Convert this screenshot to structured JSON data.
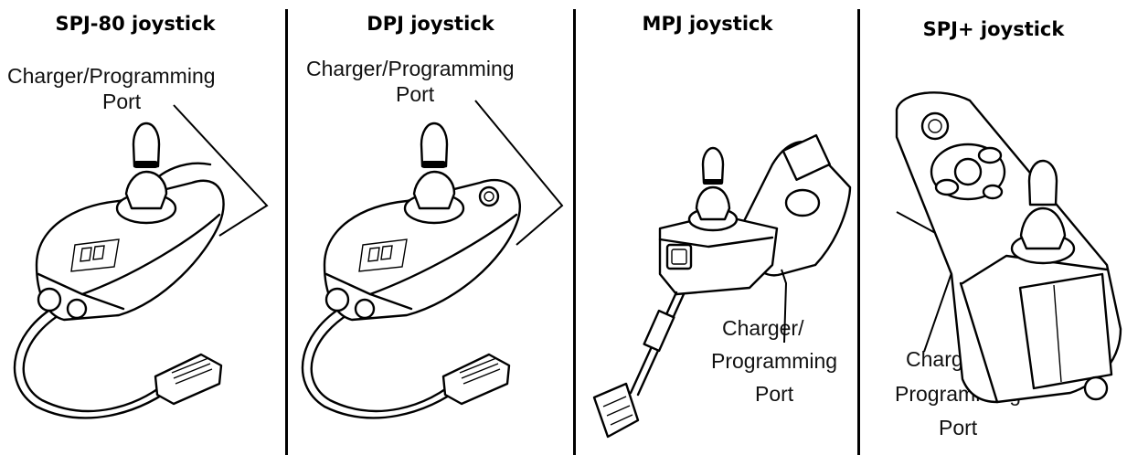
{
  "panels": [
    {
      "title": "SPJ-80 joystick",
      "label_lines": [
        "Charger/Programming",
        "Port"
      ]
    },
    {
      "title": "DPJ joystick",
      "label_lines": [
        "Charger/Programming",
        "Port"
      ]
    },
    {
      "title": "MPJ joystick",
      "label_lines": [
        "Charger/",
        "Programming",
        "Port"
      ]
    },
    {
      "title": "SPJ+ joystick",
      "label_lines": [
        "Charger/",
        "Programming",
        "Port"
      ]
    }
  ]
}
